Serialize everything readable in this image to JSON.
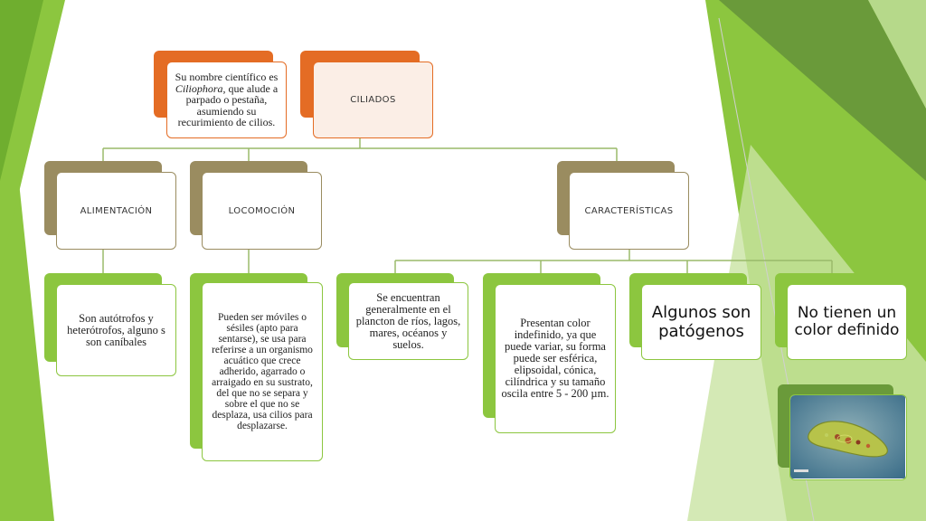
{
  "root": {
    "title": "CILIADOS",
    "description_prefix": "Su nombre científico es ",
    "description_italic": "Ciliophora",
    "description_suffix": ", que alude a parpado o pestaña, asumiendo su recurimiento de cilios."
  },
  "branches": {
    "alimentacion": {
      "title": "ALIMENTACIÓN",
      "detail": "Son autótrofos y heterótrofos, alguno s son caníbales"
    },
    "locomocion": {
      "title": "LOCOMOCIÓN",
      "detail": "Pueden ser móviles o sésiles (apto para sentarse), se usa para referirse a un organismo acuático que crece adherido, agarrado o arraigado en su sustrato, del que no se separa y sobre el que no se desplaza, usa cilios para desplazarse."
    },
    "caracteristicas": {
      "title": "CARACTERÍSTICAS",
      "items": [
        "Se encuentran generalmente en el plancton de ríos, lagos, mares, océanos y suelos.",
        "Presentan color indefinido, ya que puede variar, su forma puede ser esférica, elipsoidal, cónica, cilíndrica y su tamaño oscila entre 5 - 200 µm.",
        "Algunos son patógenos",
        "No tienen un color definido"
      ]
    }
  },
  "image": {
    "icon": "paramecium-micrograph"
  },
  "colors": {
    "orange": "#e46c24",
    "olive": "#9a8c60",
    "green": "#8cc63f",
    "dark_green": "#6a9a3a",
    "connector": "#9aba6a"
  }
}
